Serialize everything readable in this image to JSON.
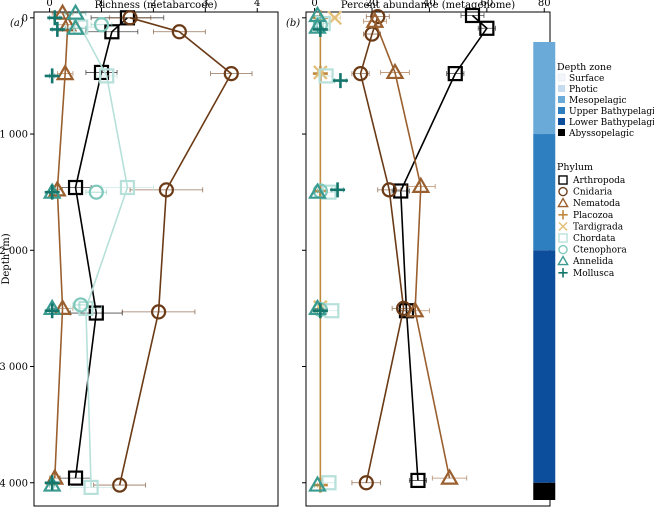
{
  "chart_data": [
    {
      "type": "line",
      "panel_label": "(a)",
      "xlabel": "Richness (metabarcode)",
      "ylabel": "Depth (m)",
      "xlim": [
        -0.3,
        4.4
      ],
      "ylim": [
        4200,
        -50
      ],
      "xticks": [
        0,
        1,
        2,
        3,
        4
      ],
      "xtick_labels": [
        "0",
        "1",
        "2",
        "3",
        "4"
      ],
      "yticks": [
        0,
        1000,
        2000,
        3000,
        4000
      ],
      "ytick_labels": [
        "0",
        "1 000",
        "2 000",
        "3 000",
        "4 000"
      ],
      "series": [
        {
          "name": "Arthropoda",
          "color": "#000000",
          "marker": "square",
          "line": true,
          "points": [
            {
              "x": 1.5,
              "y": 0
            },
            {
              "x": 1.2,
              "y": 120
            },
            {
              "x": 1.0,
              "y": 470
            },
            {
              "x": 0.5,
              "y": 1460
            },
            {
              "x": 0.9,
              "y": 2540
            },
            {
              "x": 0.5,
              "y": 3960
            }
          ],
          "err": [
            0.7,
            0.5,
            0.3,
            0.3,
            0.5,
            0.3
          ]
        },
        {
          "name": "Cnidaria",
          "color": "#6b3a16",
          "marker": "circle",
          "line": true,
          "points": [
            {
              "x": 1.55,
              "y": 0
            },
            {
              "x": 2.5,
              "y": 120
            },
            {
              "x": 3.5,
              "y": 480
            },
            {
              "x": 2.25,
              "y": 1480
            },
            {
              "x": 2.1,
              "y": 2530
            },
            {
              "x": 1.35,
              "y": 4020
            }
          ],
          "err": [
            0.4,
            0.5,
            0.4,
            0.7,
            0.7,
            0.5
          ]
        },
        {
          "name": "Nematoda",
          "color": "#9a5f2e",
          "marker": "triangle",
          "line": true,
          "points": [
            {
              "x": 0.25,
              "y": -40
            },
            {
              "x": 0.35,
              "y": 60
            },
            {
              "x": 0.3,
              "y": 480
            },
            {
              "x": 0.15,
              "y": 1480
            },
            {
              "x": 0.25,
              "y": 2500
            },
            {
              "x": 0.1,
              "y": 3960
            }
          ],
          "err": [
            0.2,
            0.2,
            0.15,
            0.1,
            0.2,
            0.1
          ]
        },
        {
          "name": "Chordata",
          "color": "#b7e0da",
          "marker": "square",
          "line": true,
          "points": [
            {
              "x": 0.6,
              "y": 80
            },
            {
              "x": 1.1,
              "y": 500
            },
            {
              "x": 1.5,
              "y": 1460
            },
            {
              "x": 0.7,
              "y": 2500
            },
            {
              "x": 0.8,
              "y": 4040
            }
          ],
          "err": [
            0.3,
            0.2,
            0.5,
            0.3,
            0.4
          ]
        },
        {
          "name": "Ctenophora",
          "color": "#7dc7bb",
          "marker": "circle",
          "line": false,
          "points": [
            {
              "x": 1.0,
              "y": 60
            },
            {
              "x": 0.9,
              "y": 1500
            },
            {
              "x": 0.6,
              "y": 2470
            }
          ],
          "err": [
            0.2,
            0.2,
            0.15
          ]
        },
        {
          "name": "Annelida",
          "color": "#3a9b91",
          "marker": "triangle",
          "line": false,
          "points": [
            {
              "x": 0.5,
              "y": -40
            },
            {
              "x": 0.5,
              "y": 90
            },
            {
              "x": 0.05,
              "y": 1500
            },
            {
              "x": 0.05,
              "y": 2500
            },
            {
              "x": 0.05,
              "y": 4020
            }
          ],
          "err": [
            0.2,
            0.2,
            0.05,
            0.05,
            0.05
          ]
        },
        {
          "name": "Mollusca",
          "color": "#15766c",
          "marker": "plus",
          "line": false,
          "points": [
            {
              "x": 0.1,
              "y": 0
            },
            {
              "x": 0.15,
              "y": 100
            },
            {
              "x": 0.05,
              "y": 500
            },
            {
              "x": 0.05,
              "y": 1500
            },
            {
              "x": 0.05,
              "y": 2520
            },
            {
              "x": 0.05,
              "y": 4000
            }
          ],
          "err": [
            0.1,
            0.1,
            0.05,
            0.05,
            0.05,
            0.05
          ]
        }
      ]
    },
    {
      "type": "line",
      "panel_label": "(b)",
      "xlabel": "Percent abundance (metagenome)",
      "xlim": [
        -3,
        82
      ],
      "ylim": [
        4200,
        -50
      ],
      "xticks": [
        0,
        20,
        40,
        60,
        80
      ],
      "xtick_labels": [
        "0",
        "20",
        "40",
        "60",
        "80"
      ],
      "series": [
        {
          "name": "Arthropoda",
          "color": "#000000",
          "marker": "square",
          "line": true,
          "points": [
            {
              "x": 55,
              "y": -20
            },
            {
              "x": 60,
              "y": 90
            },
            {
              "x": 49,
              "y": 480
            },
            {
              "x": 30,
              "y": 1490
            },
            {
              "x": 32,
              "y": 2520
            },
            {
              "x": 36,
              "y": 3980
            }
          ],
          "err": [
            4,
            3,
            3,
            3,
            3,
            3
          ]
        },
        {
          "name": "Cnidaria",
          "color": "#6b3a16",
          "marker": "circle",
          "line": true,
          "points": [
            {
              "x": 22,
              "y": -10
            },
            {
              "x": 20,
              "y": 140
            },
            {
              "x": 16,
              "y": 480
            },
            {
              "x": 26,
              "y": 1480
            },
            {
              "x": 31,
              "y": 2500
            },
            {
              "x": 18,
              "y": 4000
            }
          ],
          "err": [
            4,
            3,
            3,
            4,
            4,
            5
          ]
        },
        {
          "name": "Nematoda",
          "color": "#9a5f2e",
          "marker": "triangle",
          "line": true,
          "points": [
            {
              "x": 21,
              "y": 30
            },
            {
              "x": 28,
              "y": 470
            },
            {
              "x": 37,
              "y": 1450
            },
            {
              "x": 35,
              "y": 2520
            },
            {
              "x": 47,
              "y": 3960
            }
          ],
          "err": [
            4,
            5,
            5,
            5,
            6
          ]
        },
        {
          "name": "Placozoa",
          "color": "#c08a3e",
          "marker": "plus",
          "line": true,
          "points": [
            {
              "x": 2,
              "y": 0
            },
            {
              "x": 2,
              "y": 480
            },
            {
              "x": 2,
              "y": 1490
            },
            {
              "x": 2,
              "y": 2510
            },
            {
              "x": 2,
              "y": 4020
            }
          ],
          "err": [
            1,
            1,
            1,
            1,
            1
          ]
        },
        {
          "name": "Tardigrada",
          "color": "#e3c07a",
          "marker": "x",
          "line": false,
          "points": [
            {
              "x": 7,
              "y": 0
            },
            {
              "x": 2,
              "y": 470
            },
            {
              "x": 2,
              "y": 2490
            }
          ],
          "err": [
            2,
            1,
            1
          ]
        },
        {
          "name": "Chordata",
          "color": "#b7e0da",
          "marker": "square",
          "line": false,
          "points": [
            {
              "x": 3,
              "y": 50
            },
            {
              "x": 4,
              "y": 500
            },
            {
              "x": 5,
              "y": 1500
            },
            {
              "x": 6,
              "y": 2520
            },
            {
              "x": 5,
              "y": 4000
            }
          ],
          "err": [
            2,
            2,
            2,
            2,
            2
          ]
        },
        {
          "name": "Ctenophora",
          "color": "#7dc7bb",
          "marker": "circle",
          "line": false,
          "points": [
            {
              "x": 2,
              "y": 60
            },
            {
              "x": 2,
              "y": 1490
            },
            {
              "x": 2,
              "y": 2510
            }
          ],
          "err": [
            1,
            1,
            1
          ]
        },
        {
          "name": "Annelida",
          "color": "#3a9b91",
          "marker": "triangle",
          "line": false,
          "points": [
            {
              "x": 1,
              "y": -20
            },
            {
              "x": 1,
              "y": 80
            },
            {
              "x": 1,
              "y": 1500
            },
            {
              "x": 1,
              "y": 2500
            },
            {
              "x": 1,
              "y": 4020
            }
          ],
          "err": [
            1,
            1,
            1,
            1,
            1
          ]
        },
        {
          "name": "Mollusca",
          "color": "#15766c",
          "marker": "plus",
          "line": false,
          "points": [
            {
              "x": 2,
              "y": 100
            },
            {
              "x": 9,
              "y": 540
            },
            {
              "x": 8,
              "y": 1480
            },
            {
              "x": 2,
              "y": 2520
            }
          ],
          "err": [
            1,
            2,
            2,
            1
          ]
        }
      ]
    }
  ],
  "depth_zone_bar": {
    "title": "Depth zone",
    "zones": [
      {
        "name": "Surface",
        "color": "#f2f6fb",
        "from": -40,
        "to": 0
      },
      {
        "name": "Photic",
        "color": "#c6dcee",
        "from": 0,
        "to": 200
      },
      {
        "name": "Mesopelagic",
        "color": "#6aaad8",
        "from": 200,
        "to": 1000
      },
      {
        "name": "Upper Bathypelagic",
        "color": "#2e7fc0",
        "from": 1000,
        "to": 2000
      },
      {
        "name": "Lower Bathypelagic",
        "color": "#0d4e9c",
        "from": 2000,
        "to": 4000
      },
      {
        "name": "Abyssopelagic",
        "color": "#000000",
        "from": 4000,
        "to": 4200
      }
    ]
  },
  "phylum_legend": {
    "title": "Phylum",
    "items": [
      {
        "name": "Arthropoda",
        "color": "#000000",
        "marker": "square"
      },
      {
        "name": "Cnidaria",
        "color": "#6b3a16",
        "marker": "circle"
      },
      {
        "name": "Nematoda",
        "color": "#9a5f2e",
        "marker": "triangle"
      },
      {
        "name": "Placozoa",
        "color": "#c08a3e",
        "marker": "plus"
      },
      {
        "name": "Tardigrada",
        "color": "#e3c07a",
        "marker": "x"
      },
      {
        "name": "Chordata",
        "color": "#b7e0da",
        "marker": "square"
      },
      {
        "name": "Ctenophora",
        "color": "#7dc7bb",
        "marker": "circle"
      },
      {
        "name": "Annelida",
        "color": "#3a9b91",
        "marker": "triangle"
      },
      {
        "name": "Mollusca",
        "color": "#15766c",
        "marker": "plus"
      }
    ]
  }
}
